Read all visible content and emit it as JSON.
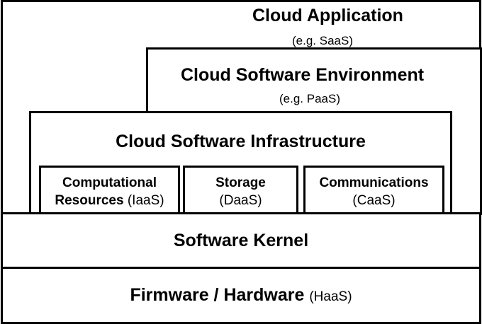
{
  "layers": {
    "cloud_application": {
      "title": "Cloud Application",
      "example": "(e.g. SaaS)"
    },
    "cloud_software_environment": {
      "title": "Cloud Software Environment",
      "example": "(e.g. PaaS)"
    },
    "cloud_software_infrastructure": {
      "title": "Cloud Software Infrastructure",
      "components": [
        {
          "line1": "Computational",
          "line2_bold": "Resources",
          "line2_tag": "(IaaS)"
        },
        {
          "line1": "Storage",
          "line2_tag": "(DaaS)"
        },
        {
          "line1": "Communications",
          "line2_tag": "(CaaS)"
        }
      ]
    },
    "software_kernel": {
      "title": "Software Kernel"
    },
    "firmware_hardware": {
      "title": "Firmware / Hardware",
      "tag": "(HaaS)"
    }
  },
  "colors": {
    "line": "#000000",
    "background": "#ffffff",
    "text": "#000000"
  }
}
